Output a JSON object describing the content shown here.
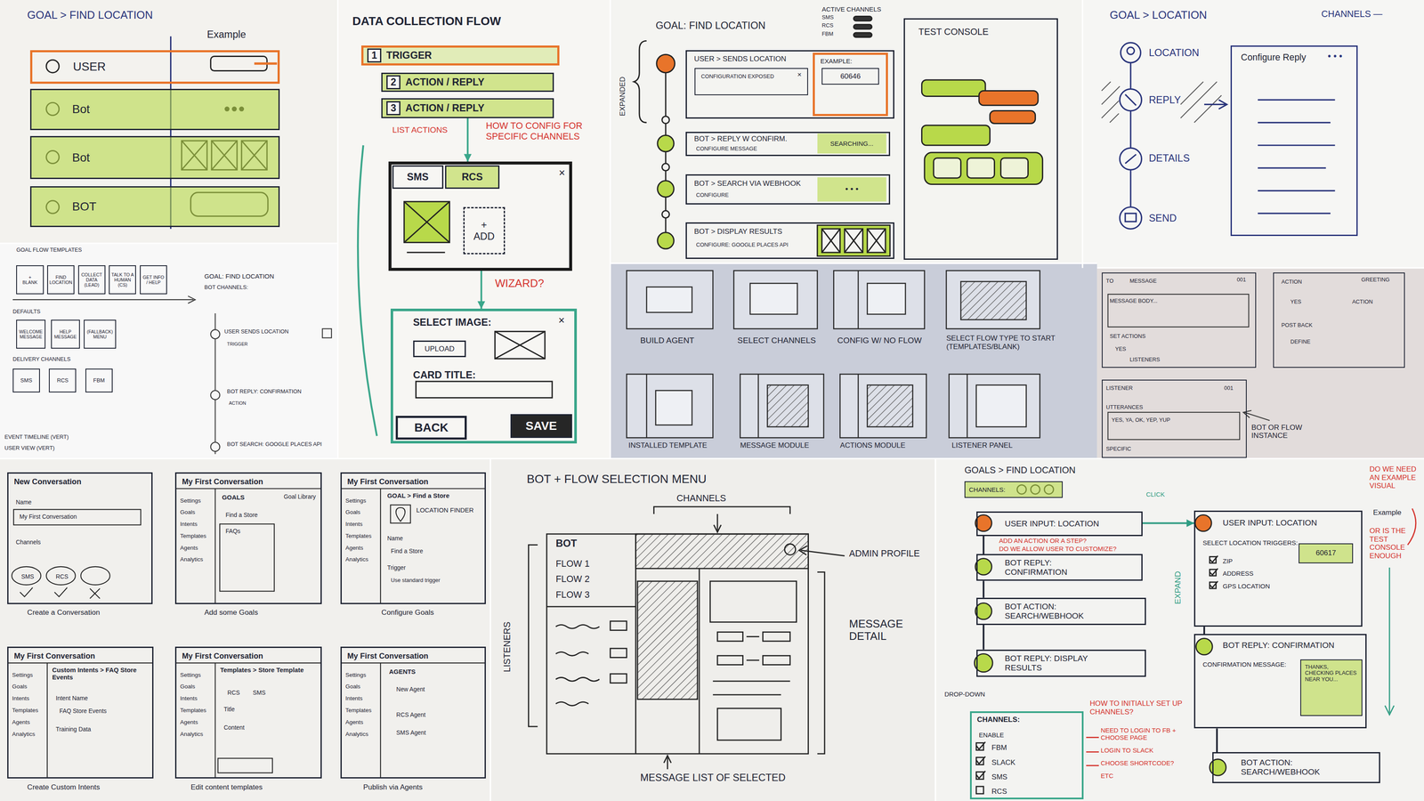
{
  "diagram": {
    "nodes": [
      {
        "text": [
          "USER"
        ]
      },
      {
        "text": [
          "Bot"
        ]
      },
      {
        "text": [
          "Bot"
        ]
      },
      {
        "text": [
          "BOT"
        ]
      },
      {
        "text": [
          "1",
          "TRIGGER"
        ]
      },
      {
        "text": [
          "2",
          "ACTION / REPLY"
        ]
      },
      {
        "text": [
          "3",
          "ACTION / REPLY"
        ]
      },
      {
        "text": [
          "×"
        ]
      },
      {
        "text": [
          "SMS"
        ],
        "in": 7
      },
      {
        "text": [
          "RCS"
        ],
        "in": 7
      },
      {
        "text": [
          "+",
          "ADD"
        ],
        "in": 7
      },
      {
        "text": [
          "SELECT IMAGE:",
          "×",
          "CARD TITLE:"
        ]
      },
      {
        "text": [
          "UPLOAD"
        ],
        "in": 11
      },
      {
        "text": [
          "BACK"
        ],
        "in": 11
      },
      {
        "text": [
          "SAVE"
        ],
        "in": 11
      },
      {
        "text": [
          "USER > SENDS LOCATION"
        ]
      },
      {
        "text": [
          "CONFIGURATION EXPOSED",
          "×"
        ],
        "in": 15
      },
      {
        "text": [
          "EXAMPLE:"
        ],
        "in": 15
      },
      {
        "text": [
          "60646"
        ],
        "in": 17
      },
      {
        "text": [
          "BOT > REPLY W CONFIRM.",
          "CONFIGURE MESSAGE"
        ]
      },
      {
        "text": [
          "SEARCHING..."
        ],
        "in": 19
      },
      {
        "text": [
          "BOT > SEARCH VIA WEBHOOK",
          "CONFIGURE"
        ]
      },
      {
        "text": [
          "• • •"
        ],
        "in": 21
      },
      {
        "text": [
          "BOT > DISPLAY RESULTS",
          "CONFIGURE: GOOGLE PLACES API"
        ]
      },
      {
        "text": [
          "TEST CONSOLE"
        ]
      },
      {
        "text": [
          "Configure Reply"
        ]
      },
      {
        "text": [
          "+",
          "BLANK"
        ]
      },
      {
        "text": [
          "FIND LOCATION"
        ]
      },
      {
        "text": [
          "COLLECT DATA (LEAD)"
        ]
      },
      {
        "text": [
          "TALK TO A HUMAN (CS)"
        ]
      },
      {
        "text": [
          "GET INFO / HELP"
        ]
      },
      {
        "text": [
          "WELCOME MESSAGE"
        ]
      },
      {
        "text": [
          "HELP MESSAGE"
        ]
      },
      {
        "text": [
          "(FALLBACK) MENU"
        ]
      },
      {
        "text": [
          "SMS"
        ]
      },
      {
        "text": [
          "RCS"
        ]
      },
      {
        "text": [
          "FBM"
        ]
      },
      {
        "text": [
          "New Conversation",
          "Name",
          "My First Conversation",
          "Channels",
          "SMS",
          "RCS"
        ]
      },
      {
        "text": [
          "My First Conversation",
          "Settings",
          "Goals",
          "Intents",
          "Templates",
          "Agents",
          "Analytics",
          "GOALS",
          "Find a Store",
          "FAQs",
          "Goal Library"
        ]
      },
      {
        "text": [
          "My First Conversation",
          "Settings",
          "Goals",
          "Intents",
          "Templates",
          "Agents",
          "Analytics",
          "GOAL > Find a Store",
          "LOCATION FINDER",
          "Name",
          "Find a Store",
          "Trigger",
          "Use standard trigger"
        ]
      },
      {
        "text": [
          "My First Conversation",
          "Settings",
          "Goals",
          "Intents",
          "Templates",
          "Agents",
          "Analytics",
          "Custom Intents > FAQ Store Events",
          "Intent Name",
          "FAQ Store Events",
          "Training Data"
        ]
      },
      {
        "text": [
          "My First Conversation",
          "Settings",
          "Goals",
          "Intents",
          "Templates",
          "Agents",
          "Analytics",
          "Templates > Store Template",
          "RCS",
          "SMS",
          "Title",
          "Content"
        ]
      },
      {
        "text": [
          "My First Conversation",
          "Settings",
          "Goals",
          "Intents",
          "Templates",
          "Agents",
          "Analytics",
          "AGENTS",
          "New Agent",
          "RCS Agent",
          "SMS Agent"
        ]
      },
      {
        "text": [
          "CHANNELS:"
        ]
      },
      {
        "text": [
          "USER INPUT: LOCATION"
        ]
      },
      {
        "text": [
          "BOT REPLY: CONFIRMATION"
        ]
      },
      {
        "text": [
          "BOT ACTION: SEARCH/WEBHOOK"
        ]
      },
      {
        "text": [
          "BOT REPLY: DISPLAY RESULTS"
        ]
      },
      {
        "text": [
          "CHANNELS:",
          "ENABLE",
          "FBM",
          "SLACK",
          "SMS",
          "RCS"
        ]
      },
      {
        "text": [
          "USER INPUT: LOCATION",
          "SELECT LOCATION TRIGGERS:",
          "ZIP",
          "ADDRESS",
          "GPS LOCATION"
        ]
      },
      {
        "text": [
          "60617"
        ],
        "in": 49
      },
      {
        "text": [
          "BOT REPLY: CONFIRMATION",
          "CONFIRMATION MESSAGE:"
        ]
      },
      {
        "text": [
          "THANKS, CHECKING PLACES NEAR YOU..."
        ],
        "in": 51
      },
      {
        "text": [
          "BOT ACTION: SEARCH/WEBHOOK"
        ]
      },
      {
        "text": [
          "TO",
          "MESSAGE",
          "001",
          "MESSAGE BODY...",
          "SET ACTIONS",
          "YES",
          "LISTENERS"
        ]
      },
      {
        "text": [
          "LISTENER",
          "001",
          "UTTERANCES",
          "YES, YA, OK, YEP, YUP",
          "SPECIFIC"
        ]
      },
      {
        "text": [
          "ACTION",
          "GREETING",
          "YES",
          "ACTION",
          "POST BACK",
          "DEFINE"
        ]
      }
    ],
    "edges": [
      {
        "from": 6,
        "to": 7,
        "arrow": "to"
      },
      {
        "from": 7,
        "to": 11,
        "arrow": "to"
      },
      {
        "from": 44,
        "to": 45,
        "arrow": "none"
      },
      {
        "from": 45,
        "to": 46,
        "arrow": "none"
      },
      {
        "from": 46,
        "to": 47,
        "arrow": "none"
      },
      {
        "from": 44,
        "to": 49,
        "arrow": "to"
      },
      {
        "from": 49,
        "to": 51,
        "arrow": "none"
      },
      {
        "from": 51,
        "to": 53,
        "arrow": "none"
      }
    ],
    "labels": [
      "GOAL > FIND LOCATION",
      "Example",
      "DATA COLLECTION FLOW",
      "LIST ACTIONS",
      "HOW TO CONFIG FOR SPECIFIC CHANNELS",
      "WIZARD?",
      "GOAL: FIND LOCATION",
      "ACTIVE CHANNELS",
      "SMS",
      "RCS",
      "FBM",
      "EXPANDED",
      "GOAL > LOCATION",
      "CHANNELS —",
      "LOCATION",
      "REPLY",
      "DETAILS",
      "SEND",
      "• • •",
      "GOAL FLOW TEMPLATES",
      "GOAL: FIND LOCATION",
      "BOT CHANNELS:",
      "DEFAULTS",
      "DELIVERY CHANNELS",
      "USER SENDS LOCATION",
      "TRIGGER",
      "BOT REPLY: CONFIRMATION",
      "ACTION",
      "BOT SEARCH: GOOGLE PLACES API",
      "EVENT TIMELINE (VERT)",
      "USER VIEW (VERT)",
      "BUILD AGENT",
      "SELECT CHANNELS",
      "CONFIG W/ NO FLOW",
      "SELECT FLOW TYPE TO START (TEMPLATES/BLANK)",
      "INSTALLED TEMPLATE",
      "MESSAGE MODULE",
      "ACTIONS MODULE",
      "LISTENER PANEL",
      "BOT OR FLOW INSTANCE",
      "Create a Conversation",
      "Add some Goals",
      "Configure Goals",
      "Create Custom Intents",
      "Edit content templates",
      "Publish via Agents",
      "BOT + FLOW SELECTION MENU",
      "CHANNELS",
      "BOT",
      "FLOW 1",
      "FLOW 2",
      "FLOW 3",
      "LISTENERS",
      "ADMIN PROFILE",
      "MESSAGE DETAIL",
      "MESSAGE LIST OF SELECTED",
      "GOALS > FIND LOCATION",
      "ADD AN ACTION OR A STEP?",
      "DO WE ALLOW USER TO CUSTOMIZE?",
      "CLICK",
      "EXPAND",
      "DO WE NEED AN EXAMPLE VISUAL",
      "Example",
      "OR IS THE TEST CONSOLE ENOUGH",
      "DROP-DOWN",
      "HOW TO INITIALLY SET UP CHANNELS?",
      "NEED TO LOGIN TO FB + CHOOSE PAGE",
      "LOGIN TO SLACK",
      "CHOOSE SHORTCODE?",
      "ETC"
    ]
  }
}
